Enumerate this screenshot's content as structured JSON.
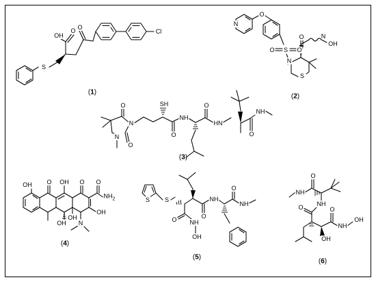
{
  "figure": {
    "structures": [
      {
        "label": "1",
        "atoms": [
          {
            "key": "oh",
            "text": "OH"
          },
          {
            "key": "o1",
            "text": "O"
          },
          {
            "key": "o2",
            "text": "O"
          },
          {
            "key": "s",
            "text": "S"
          },
          {
            "key": "cl",
            "text": "Cl"
          }
        ]
      },
      {
        "label": "2",
        "atoms": [
          {
            "key": "npy",
            "text": "N"
          },
          {
            "key": "oeth",
            "text": "O"
          },
          {
            "key": "os1",
            "text": "O"
          },
          {
            "key": "os2",
            "text": "O"
          },
          {
            "key": "s",
            "text": "S"
          },
          {
            "key": "n",
            "text": "N"
          },
          {
            "key": "s2",
            "text": "S"
          },
          {
            "key": "o",
            "text": "O"
          },
          {
            "key": "n2",
            "text": "N"
          },
          {
            "key": "oh",
            "text": "OH"
          }
        ]
      },
      {
        "label": "3",
        "atoms": [
          {
            "key": "o1",
            "text": "O"
          },
          {
            "key": "n1",
            "text": "N"
          },
          {
            "key": "n2",
            "text": "N"
          },
          {
            "key": "o2",
            "text": "O"
          },
          {
            "key": "sh",
            "text": "SH"
          },
          {
            "key": "o3",
            "text": "O"
          },
          {
            "key": "nh1",
            "text": "NH"
          },
          {
            "key": "o4",
            "text": "O"
          },
          {
            "key": "hn",
            "text": "HN"
          },
          {
            "key": "o5",
            "text": "O"
          },
          {
            "key": "nh2",
            "text": "NH"
          }
        ]
      },
      {
        "label": "4",
        "atoms": [
          {
            "key": "oh1",
            "text": "OH"
          },
          {
            "key": "o1",
            "text": "O"
          },
          {
            "key": "oh2",
            "text": "OH"
          },
          {
            "key": "o2",
            "text": "O"
          },
          {
            "key": "o3",
            "text": "O"
          },
          {
            "key": "nh2",
            "text": "NH"
          },
          {
            "key": "nh2sub",
            "text": "2"
          },
          {
            "key": "oh3",
            "text": "OH"
          },
          {
            "key": "oh4",
            "text": "OH"
          },
          {
            "key": "oh5",
            "text": "OH"
          },
          {
            "key": "n",
            "text": "N"
          }
        ]
      },
      {
        "label": "5",
        "atoms": [
          {
            "key": "sth",
            "text": "S"
          },
          {
            "key": "s",
            "text": "S"
          },
          {
            "key": "o1",
            "text": "O"
          },
          {
            "key": "o2",
            "text": "O"
          },
          {
            "key": "nh1",
            "text": "NH"
          },
          {
            "key": "o3",
            "text": "O"
          },
          {
            "key": "nh2",
            "text": "NH"
          },
          {
            "key": "oh",
            "text": "OH"
          }
        ]
      },
      {
        "label": "6",
        "atoms": [
          {
            "key": "o1",
            "text": "O"
          },
          {
            "key": "nh1",
            "text": "NH"
          },
          {
            "key": "nh2",
            "text": "NH"
          },
          {
            "key": "o2",
            "text": "O"
          },
          {
            "key": "o3",
            "text": "O"
          },
          {
            "key": "nh3",
            "text": "NH"
          },
          {
            "key": "oh1",
            "text": "OH"
          },
          {
            "key": "oh2",
            "text": "OH"
          }
        ]
      }
    ]
  }
}
